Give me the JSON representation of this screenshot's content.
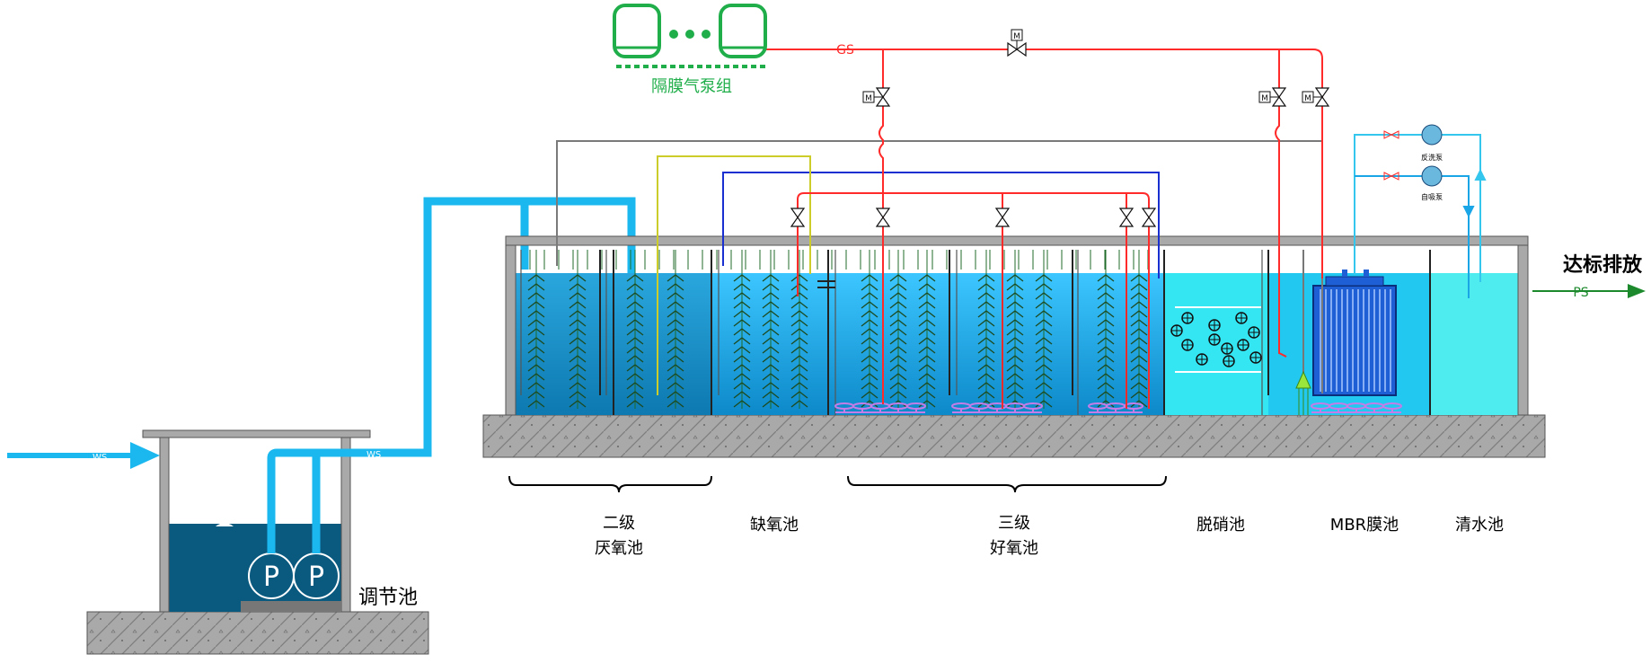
{
  "labels": {
    "diaphragm_pump_group": "隔膜气泵组",
    "gas_pipe": "GS",
    "water_in_pipe": "WS",
    "water_lift_pipe": "WS",
    "discharge_title": "达标排放",
    "discharge_pipe": "PS",
    "equalization_tank": "调节池",
    "pump_symbol": "P",
    "backwash_pump": "反洗泵",
    "suction_pump": "自吸泵",
    "valve_mark": "M",
    "anaerobic_tank": [
      "二级",
      "厌氧池"
    ],
    "anoxic_tank": "缺氧池",
    "aerobic_tank": [
      "三级",
      "好氧池"
    ],
    "denitrification_tank": "脱硝池",
    "mbr_tank": "MBR膜池",
    "clear_water_tank": "清水池"
  },
  "colors": {
    "gas_line": "#ff2a2a",
    "water_pipe": "#1ab8ef",
    "recycle_gray": "#7a7a7a",
    "recycle_blue": "#1a2fd0",
    "recycle_yellow": "#cccc2a",
    "bio_water": "#1aa6e6",
    "denitrification_water": "#33e6f2",
    "clear_water": "#4fecef",
    "equalization_water": "#0a5a80",
    "mbr_module": "#1f5fd6",
    "pump_group": "#1fae4a",
    "discharge": "#1c8a2c",
    "diffuser": "#c47de6"
  }
}
